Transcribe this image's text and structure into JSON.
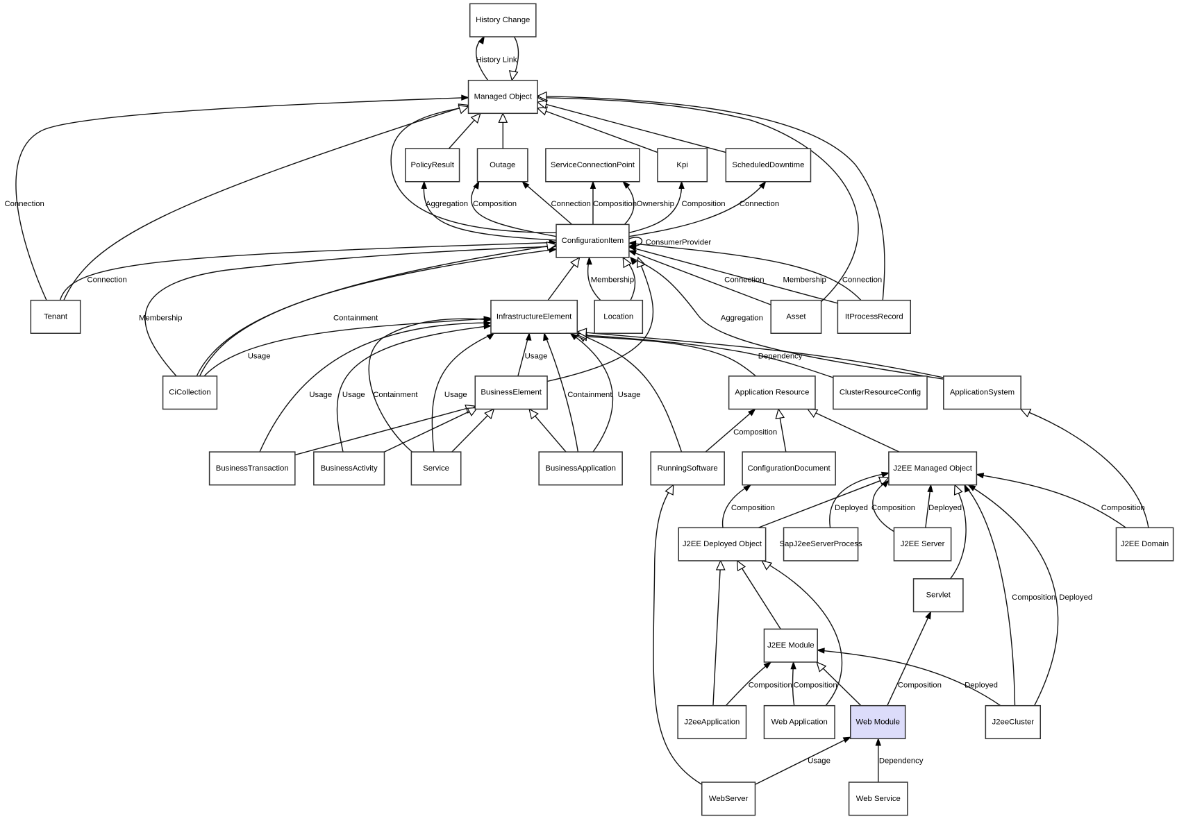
{
  "diagram": {
    "title": "Class relationship diagram",
    "selected_node": "web_module",
    "selected_fill": "#dcdcfa",
    "nodes": [
      {
        "id": "history_change",
        "label": "History Change"
      },
      {
        "id": "managed_object",
        "label": "Managed Object"
      },
      {
        "id": "policy_result",
        "label": "PolicyResult"
      },
      {
        "id": "outage",
        "label": "Outage"
      },
      {
        "id": "service_connection_point",
        "label": "ServiceConnectionPoint"
      },
      {
        "id": "kpi",
        "label": "Kpi"
      },
      {
        "id": "scheduled_downtime",
        "label": "ScheduledDowntime"
      },
      {
        "id": "configuration_item",
        "label": "ConfigurationItem"
      },
      {
        "id": "tenant",
        "label": "Tenant"
      },
      {
        "id": "infrastructure_element",
        "label": "InfrastructureElement"
      },
      {
        "id": "location",
        "label": "Location"
      },
      {
        "id": "asset",
        "label": "Asset"
      },
      {
        "id": "it_process_record",
        "label": "ItProcessRecord"
      },
      {
        "id": "ci_collection",
        "label": "CiCollection"
      },
      {
        "id": "business_element",
        "label": "BusinessElement"
      },
      {
        "id": "application_resource",
        "label": "Application Resource"
      },
      {
        "id": "cluster_resource_config",
        "label": "ClusterResourceConfig"
      },
      {
        "id": "application_system",
        "label": "ApplicationSystem"
      },
      {
        "id": "business_transaction",
        "label": "BusinessTransaction"
      },
      {
        "id": "business_activity",
        "label": "BusinessActivity"
      },
      {
        "id": "service",
        "label": "Service"
      },
      {
        "id": "business_application",
        "label": "BusinessApplication"
      },
      {
        "id": "running_software",
        "label": "RunningSoftware"
      },
      {
        "id": "configuration_document",
        "label": "ConfigurationDocument"
      },
      {
        "id": "j2ee_managed_object",
        "label": "J2EE Managed Object"
      },
      {
        "id": "j2ee_deployed_object",
        "label": "J2EE Deployed Object"
      },
      {
        "id": "sap_j2ee_server_process",
        "label": "SapJ2eeServerProcess"
      },
      {
        "id": "j2ee_server",
        "label": "J2EE Server"
      },
      {
        "id": "j2ee_domain",
        "label": "J2EE Domain"
      },
      {
        "id": "servlet",
        "label": "Servlet"
      },
      {
        "id": "j2ee_module",
        "label": "J2EE Module"
      },
      {
        "id": "j2ee_application",
        "label": "J2eeApplication"
      },
      {
        "id": "web_application",
        "label": "Web Application"
      },
      {
        "id": "web_module",
        "label": "Web Module"
      },
      {
        "id": "j2ee_cluster",
        "label": "J2eeCluster"
      },
      {
        "id": "web_server",
        "label": "WebServer"
      },
      {
        "id": "web_service",
        "label": "Web Service"
      }
    ],
    "edges": [
      {
        "from": "managed_object",
        "to": "history_change",
        "kind": "association",
        "label": "History Link"
      },
      {
        "from": "history_change",
        "to": "managed_object",
        "kind": "inheritance",
        "label": ""
      },
      {
        "from": "tenant",
        "to": "managed_object",
        "kind": "association",
        "label": "Connection"
      },
      {
        "from": "tenant",
        "to": "managed_object",
        "kind": "inheritance",
        "label": ""
      },
      {
        "from": "configuration_item",
        "to": "managed_object",
        "kind": "inheritance",
        "label": ""
      },
      {
        "from": "policy_result",
        "to": "managed_object",
        "kind": "inheritance",
        "label": ""
      },
      {
        "from": "outage",
        "to": "managed_object",
        "kind": "inheritance",
        "label": ""
      },
      {
        "from": "kpi",
        "to": "managed_object",
        "kind": "inheritance",
        "label": ""
      },
      {
        "from": "scheduled_downtime",
        "to": "managed_object",
        "kind": "inheritance",
        "label": ""
      },
      {
        "from": "asset",
        "to": "managed_object",
        "kind": "inheritance",
        "label": ""
      },
      {
        "from": "it_process_record",
        "to": "managed_object",
        "kind": "inheritance",
        "label": ""
      },
      {
        "from": "configuration_item",
        "to": "policy_result",
        "kind": "association",
        "label": "Aggregation"
      },
      {
        "from": "configuration_item",
        "to": "outage",
        "kind": "association",
        "label": "Composition"
      },
      {
        "from": "configuration_item",
        "to": "outage",
        "kind": "association",
        "label": "Connection"
      },
      {
        "from": "configuration_item",
        "to": "service_connection_point",
        "kind": "association",
        "label": "Composition"
      },
      {
        "from": "configuration_item",
        "to": "service_connection_point",
        "kind": "association",
        "label": "Ownership"
      },
      {
        "from": "configuration_item",
        "to": "kpi",
        "kind": "association",
        "label": "Composition"
      },
      {
        "from": "configuration_item",
        "to": "scheduled_downtime",
        "kind": "association",
        "label": "Connection"
      },
      {
        "from": "configuration_item",
        "to": "configuration_item",
        "kind": "association",
        "label": "ConsumerProvider"
      },
      {
        "from": "tenant",
        "to": "configuration_item",
        "kind": "association",
        "label": "Connection"
      },
      {
        "from": "ci_collection",
        "to": "configuration_item",
        "kind": "association",
        "label": "Membership"
      },
      {
        "from": "ci_collection",
        "to": "configuration_item",
        "kind": "association",
        "label": "Containment"
      },
      {
        "from": "ci_collection",
        "to": "configuration_item",
        "kind": "inheritance",
        "label": ""
      },
      {
        "from": "ci_collection",
        "to": "infrastructure_element",
        "kind": "association",
        "label": "Usage"
      },
      {
        "from": "infrastructure_element",
        "to": "configuration_item",
        "kind": "inheritance",
        "label": ""
      },
      {
        "from": "location",
        "to": "configuration_item",
        "kind": "association",
        "label": "Membership"
      },
      {
        "from": "location",
        "to": "configuration_item",
        "kind": "inheritance",
        "label": ""
      },
      {
        "from": "business_element",
        "to": "configuration_item",
        "kind": "inheritance",
        "label": ""
      },
      {
        "from": "application_system",
        "to": "configuration_item",
        "kind": "association",
        "label": "Aggregation"
      },
      {
        "from": "asset",
        "to": "configuration_item",
        "kind": "association",
        "label": "Connection"
      },
      {
        "from": "it_process_record",
        "to": "configuration_item",
        "kind": "association",
        "label": "Membership"
      },
      {
        "from": "it_process_record",
        "to": "configuration_item",
        "kind": "association",
        "label": "Connection"
      },
      {
        "from": "business_transaction",
        "to": "infrastructure_element",
        "kind": "association",
        "label": "Usage"
      },
      {
        "from": "business_activity",
        "to": "infrastructure_element",
        "kind": "association",
        "label": "Usage"
      },
      {
        "from": "service",
        "to": "infrastructure_element",
        "kind": "association",
        "label": "Containment"
      },
      {
        "from": "service",
        "to": "infrastructure_element",
        "kind": "association",
        "label": "Usage"
      },
      {
        "from": "business_element",
        "to": "infrastructure_element",
        "kind": "association",
        "label": "Usage"
      },
      {
        "from": "business_application",
        "to": "infrastructure_element",
        "kind": "association",
        "label": "Containment"
      },
      {
        "from": "business_application",
        "to": "infrastructure_element",
        "kind": "association",
        "label": "Usage"
      },
      {
        "from": "running_software",
        "to": "infrastructure_element",
        "kind": "inheritance",
        "label": ""
      },
      {
        "from": "application_resource",
        "to": "infrastructure_element",
        "kind": "inheritance",
        "label": ""
      },
      {
        "from": "cluster_resource_config",
        "to": "infrastructure_element",
        "kind": "inheritance",
        "label": "Dependency"
      },
      {
        "from": "application_system",
        "to": "infrastructure_element",
        "kind": "inheritance",
        "label": ""
      },
      {
        "from": "business_transaction",
        "to": "business_element",
        "kind": "inheritance",
        "label": ""
      },
      {
        "from": "business_activity",
        "to": "business_element",
        "kind": "inheritance",
        "label": ""
      },
      {
        "from": "service",
        "to": "business_element",
        "kind": "inheritance",
        "label": ""
      },
      {
        "from": "business_application",
        "to": "business_element",
        "kind": "inheritance",
        "label": ""
      },
      {
        "from": "running_software",
        "to": "application_resource",
        "kind": "association",
        "label": "Composition"
      },
      {
        "from": "configuration_document",
        "to": "application_resource",
        "kind": "inheritance",
        "label": ""
      },
      {
        "from": "j2ee_managed_object",
        "to": "application_resource",
        "kind": "inheritance",
        "label": ""
      },
      {
        "from": "j2ee_domain",
        "to": "application_system",
        "kind": "inheritance",
        "label": ""
      },
      {
        "from": "j2ee_deployed_object",
        "to": "configuration_document",
        "kind": "association",
        "label": "Composition"
      },
      {
        "from": "j2ee_deployed_object",
        "to": "j2ee_managed_object",
        "kind": "inheritance",
        "label": ""
      },
      {
        "from": "sap_j2ee_server_process",
        "to": "j2ee_managed_object",
        "kind": "association",
        "label": "Deployed"
      },
      {
        "from": "j2ee_server",
        "to": "j2ee_managed_object",
        "kind": "association",
        "label": "Composition"
      },
      {
        "from": "j2ee_server",
        "to": "j2ee_managed_object",
        "kind": "association",
        "label": "Deployed"
      },
      {
        "from": "servlet",
        "to": "j2ee_managed_object",
        "kind": "inheritance",
        "label": ""
      },
      {
        "from": "j2ee_cluster",
        "to": "j2ee_managed_object",
        "kind": "association",
        "label": "Composition"
      },
      {
        "from": "j2ee_cluster",
        "to": "j2ee_managed_object",
        "kind": "association",
        "label": "Deployed"
      },
      {
        "from": "j2ee_domain",
        "to": "j2ee_managed_object",
        "kind": "association",
        "label": "Composition"
      },
      {
        "from": "web_server",
        "to": "running_software",
        "kind": "inheritance",
        "label": ""
      },
      {
        "from": "j2ee_application",
        "to": "j2ee_deployed_object",
        "kind": "inheritance",
        "label": ""
      },
      {
        "from": "j2ee_module",
        "to": "j2ee_deployed_object",
        "kind": "inheritance",
        "label": ""
      },
      {
        "from": "web_application",
        "to": "j2ee_deployed_object",
        "kind": "inheritance",
        "label": ""
      },
      {
        "from": "j2ee_application",
        "to": "j2ee_module",
        "kind": "association",
        "label": "Composition"
      },
      {
        "from": "web_application",
        "to": "j2ee_module",
        "kind": "association",
        "label": "Composition"
      },
      {
        "from": "web_module",
        "to": "j2ee_module",
        "kind": "inheritance",
        "label": ""
      },
      {
        "from": "j2ee_cluster",
        "to": "j2ee_module",
        "kind": "association",
        "label": "Deployed"
      },
      {
        "from": "web_module",
        "to": "servlet",
        "kind": "association",
        "label": "Composition"
      },
      {
        "from": "web_server",
        "to": "web_module",
        "kind": "association",
        "label": "Usage"
      },
      {
        "from": "web_service",
        "to": "web_module",
        "kind": "association",
        "label": "Dependency"
      }
    ]
  }
}
